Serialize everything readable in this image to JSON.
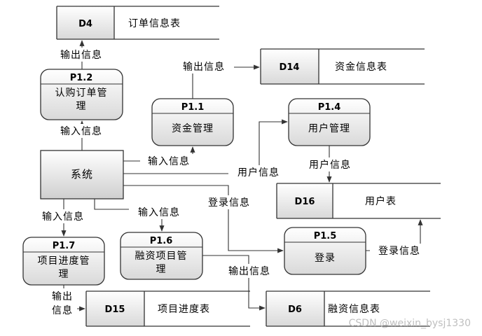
{
  "processes": {
    "p1_2": {
      "id": "P1.2",
      "name_line1": "认购订单管",
      "name_line2": "理"
    },
    "p1_1": {
      "id": "P1.1",
      "name": "资金管理"
    },
    "p1_4": {
      "id": "P1.4",
      "name": "用户管理"
    },
    "p1_5": {
      "id": "P1.5",
      "name": "登录"
    },
    "p1_6": {
      "id": "P1.6",
      "name_line1": "融资项目管",
      "name_line2": "理"
    },
    "p1_7": {
      "id": "P1.7",
      "name_line1": "项目进度管",
      "name_line2": "理"
    }
  },
  "entity": {
    "system": "系统"
  },
  "data_stores": {
    "d4": {
      "id": "D4",
      "name": "订单信息表"
    },
    "d14": {
      "id": "D14",
      "name": "资金信息表"
    },
    "d16": {
      "id": "D16",
      "name": "用户表"
    },
    "d15": {
      "id": "D15",
      "name": "项目进度表"
    },
    "d6": {
      "id": "D6",
      "name": "融资信息表"
    }
  },
  "flows": {
    "p12_to_d4": "输出信息",
    "sys_to_p12": "输入信息",
    "p11_to_d14": "输出信息",
    "sys_to_p11": "输入信息",
    "sys_to_p14": "用户信息",
    "p14_to_d16": "用户信息",
    "sys_to_p15": "登录信息",
    "p15_to_d16": "登录信息",
    "sys_to_p17": "输入信息",
    "sys_to_p16": "输入信息",
    "p17_to_d15_line1": "输出",
    "p17_to_d15_line2": "信息",
    "p16_to_d6": "输出信息"
  },
  "watermark": "CSDN @weixin_bysj1330"
}
